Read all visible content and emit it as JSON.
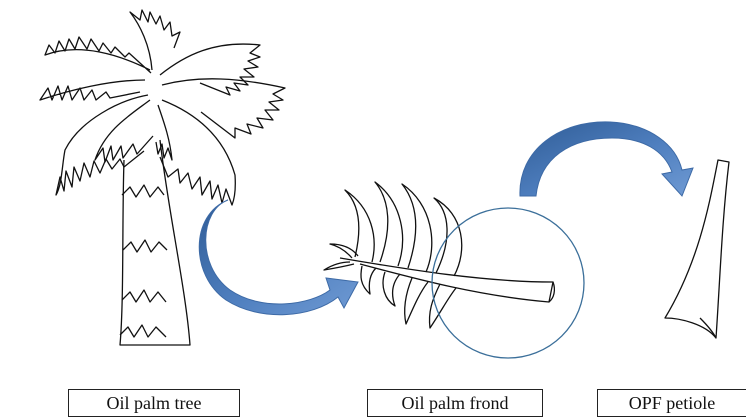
{
  "captions": {
    "tree": "Oil palm tree",
    "frond": "Oil palm frond",
    "petiole": "OPF petiole"
  },
  "colors": {
    "arrow": "#4f7fbf",
    "arrow_dark": "#2f5c96",
    "line": "#111111",
    "ellipse": "#3b6f9a"
  },
  "icons": [
    "oil-palm-tree-drawing",
    "oil-palm-frond-drawing",
    "opf-petiole-drawing",
    "curved-arrow"
  ]
}
